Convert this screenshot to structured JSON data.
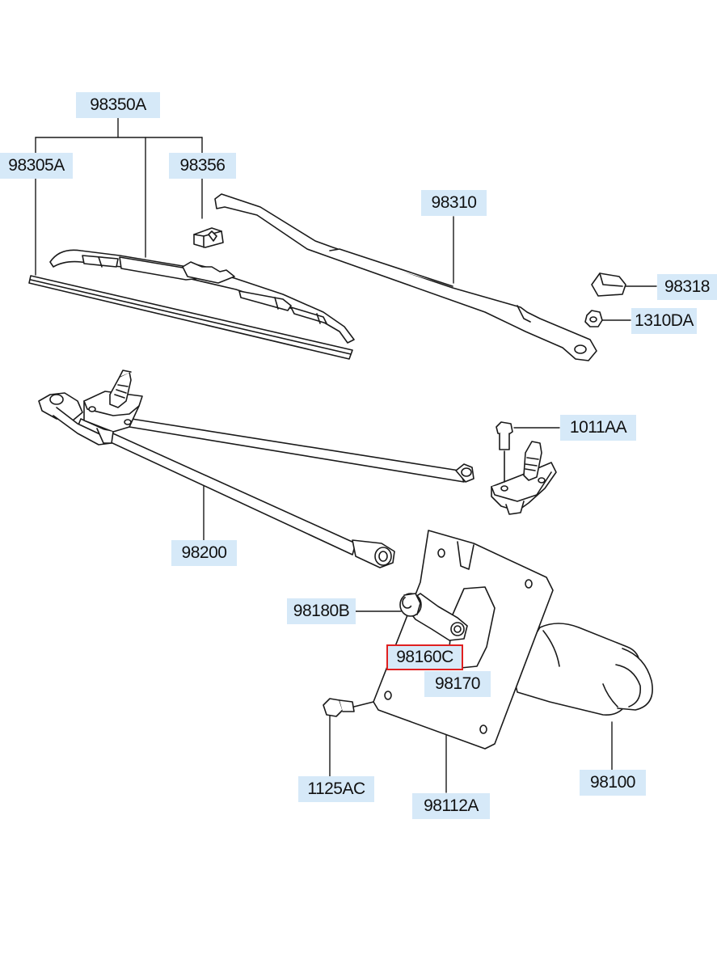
{
  "parts": [
    {
      "id": "p-98350A",
      "number": "98350A"
    },
    {
      "id": "p-98305A",
      "number": "98305A"
    },
    {
      "id": "p-98356",
      "number": "98356"
    },
    {
      "id": "p-98310",
      "number": "98310"
    },
    {
      "id": "p-98318",
      "number": "98318"
    },
    {
      "id": "p-1310DA",
      "number": "1310DA"
    },
    {
      "id": "p-1011AA",
      "number": "1011AA"
    },
    {
      "id": "p-98200",
      "number": "98200"
    },
    {
      "id": "p-98180B",
      "number": "98180B"
    },
    {
      "id": "p-98160C",
      "number": "98160C"
    },
    {
      "id": "p-98170",
      "number": "98170"
    },
    {
      "id": "p-1125AC",
      "number": "1125AC"
    },
    {
      "id": "p-98112A",
      "number": "98112A"
    },
    {
      "id": "p-98100",
      "number": "98100"
    }
  ],
  "selected_part": "98160C",
  "colors": {
    "label_bg": "#d6e9f8",
    "highlight": "#e02020",
    "line": "#1a1a1a"
  }
}
